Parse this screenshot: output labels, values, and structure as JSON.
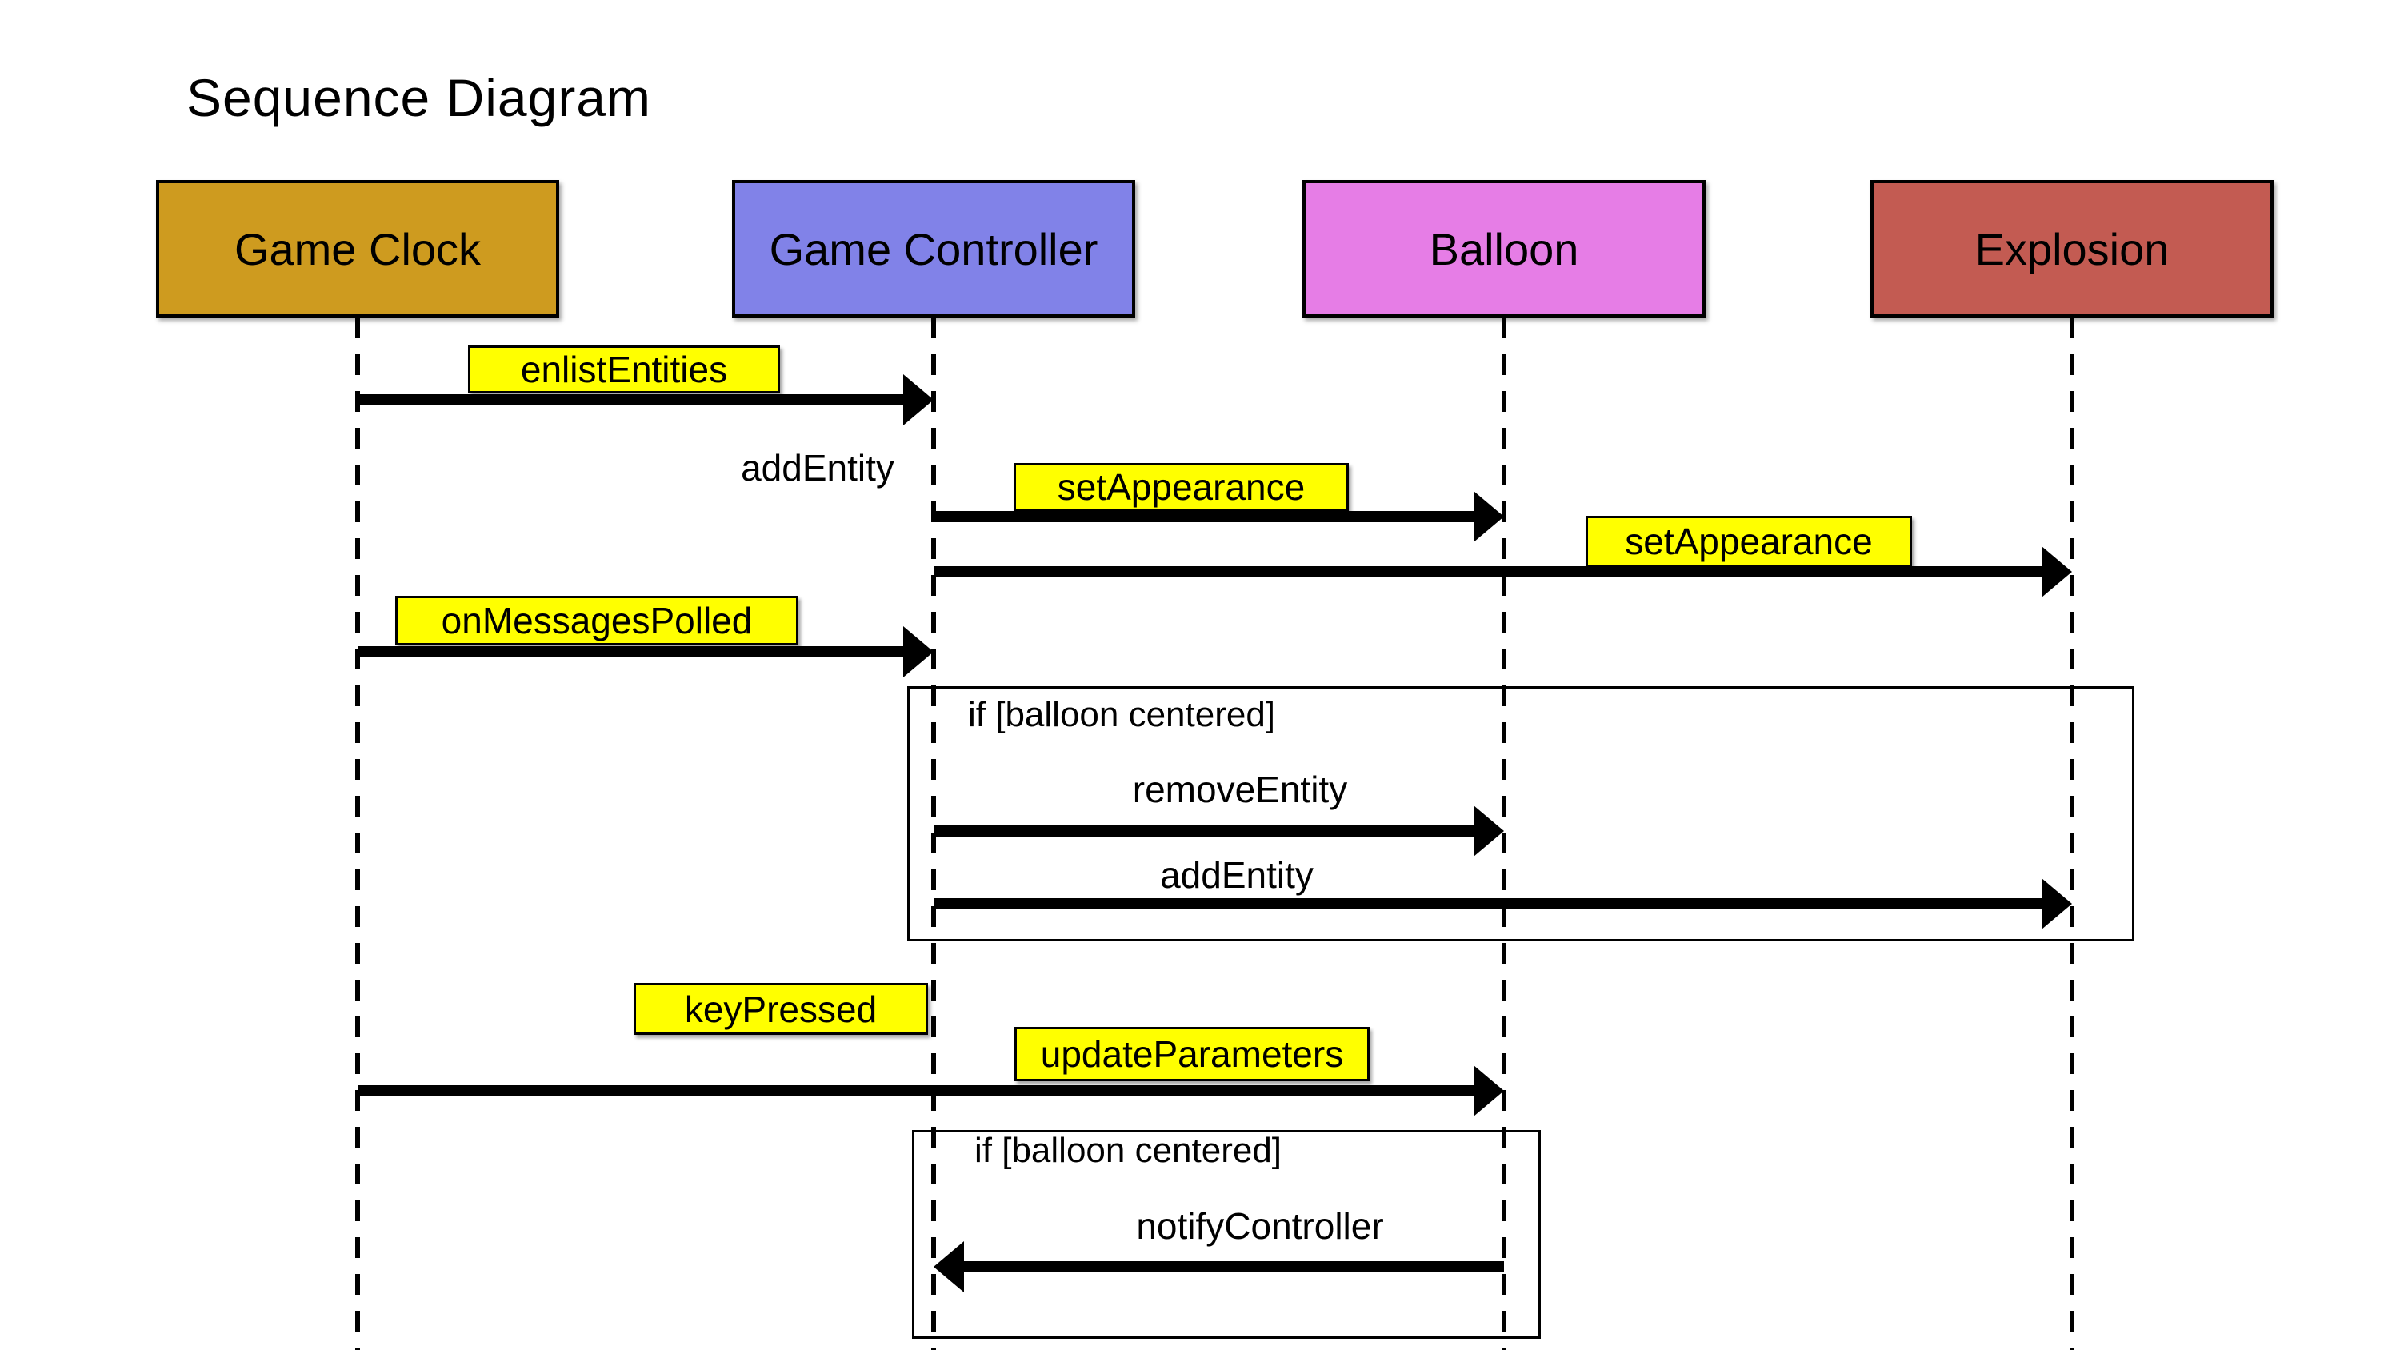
{
  "title": "Sequence Diagram",
  "colors": {
    "background": "#FFFFFF",
    "line": "#000000",
    "message_label_bg": "#FFFF00",
    "game_clock": "#CE9B1F",
    "game_controller": "#8182E8",
    "balloon": "#E67DE6",
    "explosion": "#C35B52"
  },
  "actors": [
    {
      "name": "Game Clock",
      "color": "#CE9B1F"
    },
    {
      "name": "Game Controller",
      "color": "#8182E8"
    },
    {
      "name": "Balloon",
      "color": "#E67DE6"
    },
    {
      "name": "Explosion",
      "color": "#C35B52"
    }
  ],
  "messages": [
    {
      "label": "enlistEntities",
      "from": "Game Clock",
      "to": "Game Controller",
      "label_style": "boxed"
    },
    {
      "label": "addEntity",
      "from": "Game Controller",
      "to": "Game Controller",
      "label_style": "plain"
    },
    {
      "label": "setAppearance",
      "from": "Game Controller",
      "to": "Balloon",
      "label_style": "boxed"
    },
    {
      "label": "setAppearance",
      "from": "Game Controller",
      "to": "Explosion",
      "label_style": "boxed"
    },
    {
      "label": "onMessagesPolled",
      "from": "Game Clock",
      "to": "Game Controller",
      "label_style": "boxed"
    },
    {
      "label": "keyPressed",
      "from": "Game Clock",
      "to": "Game Controller",
      "label_style": "boxed"
    },
    {
      "label": "updateParameters",
      "from": "Game Controller",
      "to": "Balloon",
      "label_style": "boxed"
    }
  ],
  "fragments": [
    {
      "guard": "if [balloon centered]",
      "messages": [
        {
          "label": "removeEntity",
          "from": "Game Controller",
          "to": "Balloon",
          "label_style": "plain"
        },
        {
          "label": "addEntity",
          "from": "Game Controller",
          "to": "Explosion",
          "label_style": "plain"
        }
      ]
    },
    {
      "guard": "if [balloon centered]",
      "messages": [
        {
          "label": "notifyController",
          "from": "Balloon",
          "to": "Game Controller",
          "label_style": "plain"
        }
      ]
    }
  ]
}
